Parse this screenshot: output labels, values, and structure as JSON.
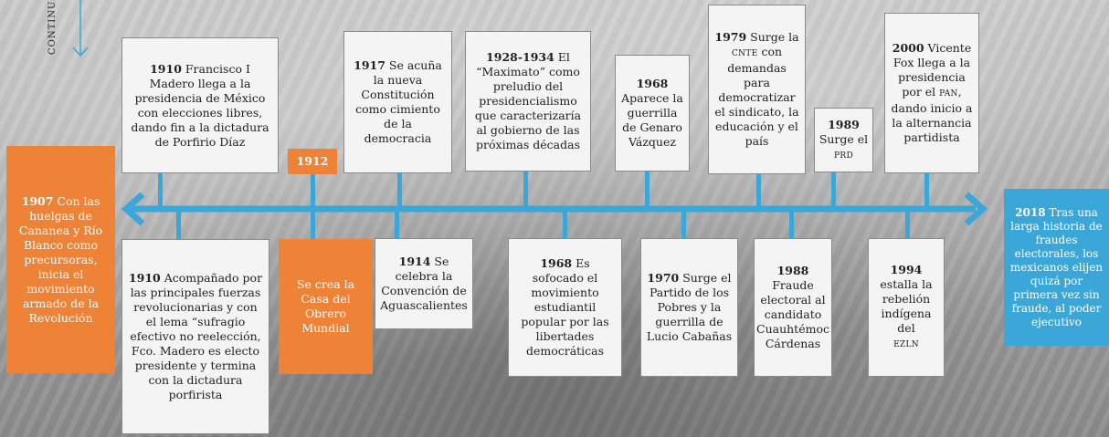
{
  "side_label": "CONTINU",
  "colors": {
    "axis": "#3aa7d8",
    "orange": "#ee8236",
    "blue": "#3aa7d8"
  },
  "events": {
    "e1907": {
      "year": "1907",
      "text": " Con las huelgas de Cananea y Río Blanco como precursoras, inicia el movimiento armado de la Revolución"
    },
    "e1910a": {
      "year": "1910",
      "text": " Francisco I Madero llega a la presidencia de México con elecciones libres, dando fin a la dictadura de Porfirio Díaz"
    },
    "e1910b": {
      "year": "1910",
      "text": " Acompañado por las principales fuerzas revolucionarias y con el lema “sufragio efectivo no reelección, Fco. Madero es electo presidente y termina con la dictadura porfirista"
    },
    "e1912": {
      "year": "1912",
      "text": "Se crea la Casa del Obrero Mundial"
    },
    "e1914": {
      "year": "1914",
      "text": " Se celebra la Convención de Aguascalientes"
    },
    "e1917": {
      "year": "1917",
      "text": " Se acuña la nueva Constitución como cimiento de la democracia"
    },
    "e1928": {
      "year": "1928-1934",
      "text": " El “Maximato” como preludio del presidencialismo que caracterizaría al gobierno de las próximas décadas"
    },
    "e1968a": {
      "year": "1968",
      "text": "Aparece la guerrilla de Genaro Vázquez"
    },
    "e1968b": {
      "year": "1968",
      "text": " Es sofocado el movimiento estudiantil popular por las libertades democráticas"
    },
    "e1970": {
      "year": "1970",
      "text": " Surge el Partido de los Pobres y la guerrilla de Lucio Cabañas"
    },
    "e1979": {
      "year": "1979",
      "text_a": " Surge la ",
      "abbr": "CNTE",
      "text_b": " con demandas para democratizar el sindicato, la educación y el país"
    },
    "e1988": {
      "year": "1988",
      "text": "Fraude electoral al candidato Cuauhtémoc Cárdenas"
    },
    "e1989": {
      "year": "1989",
      "text": "Surge el",
      "abbr": "PRD"
    },
    "e1994": {
      "year": "1994",
      "text": " estalla la rebelión indígena del",
      "abbr": "EZLN"
    },
    "e2000": {
      "year": "2000",
      "text_a": " Vicente Fox llega a la presidencia por el ",
      "abbr": "PAN",
      "text_b": ", dando inicio a la alternancia partidista"
    },
    "e2018": {
      "year": "2018",
      "text": " Tras una larga historia de fraudes electorales, los mexicanos elijen quizá por primera vez sin fraude, al poder ejecutivo"
    }
  }
}
